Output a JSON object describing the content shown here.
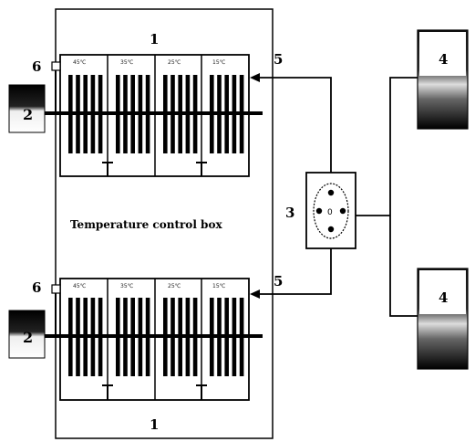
{
  "box_caption": "Temperature control box",
  "labels": {
    "top_unit": "1",
    "bottom_unit": "1",
    "ports": "2",
    "hub": "3",
    "tanks": "4",
    "inlets": "5",
    "sensors": "6"
  },
  "top_cells": [
    "45℃",
    "35℃",
    "25℃",
    "15℃"
  ],
  "bottom_cells": [
    "45℃",
    "35℃",
    "25℃",
    "15℃"
  ],
  "colors": {
    "line": "#000000",
    "tank_top": "#111111",
    "tank_bottom": "#ffffff"
  }
}
